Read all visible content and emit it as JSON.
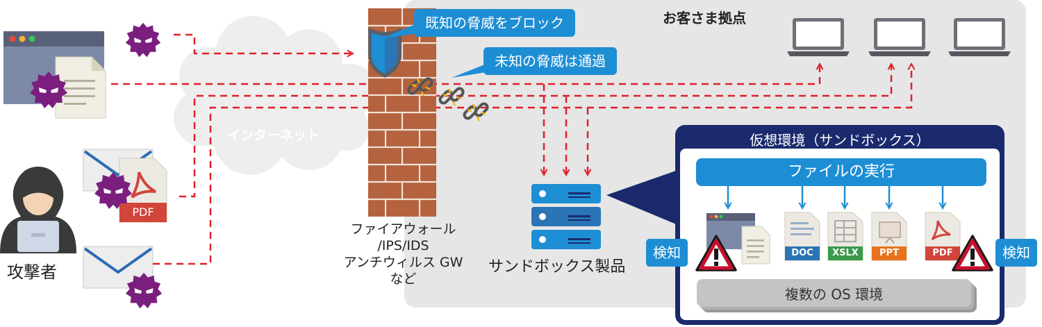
{
  "labels": {
    "site": "お客さま拠点",
    "internet": "インターネット",
    "attacker": "攻撃者",
    "firewall_line1": "ファイアウォール",
    "firewall_line2": "/IPS/IDS",
    "firewall_line3": "アンチウィルス GW",
    "firewall_line4": "など",
    "sandbox_product": "サンドボックス製品",
    "known_block": "既知の脅威をブロック",
    "unknown_pass": "未知の脅威は通過",
    "vm_title": "仮想環境（サンドボックス）",
    "file_exec": "ファイルの実行",
    "detect_left": "検知",
    "detect_right": "検知",
    "os_env": "複数の OS 環境"
  },
  "file_tags": {
    "pdf_attachment": "PDF",
    "doc": "DOC",
    "xlsx": "XSLX",
    "ppt": "PPT",
    "pdf": "PDF"
  },
  "colors": {
    "arrow_red": "#e0202a",
    "accent_blue": "#1e8ed4",
    "vm_navy": "#1a2a6c",
    "brick": "#b5623f",
    "malware_purple": "#7b1f7f",
    "site_bg": "#e6e6e6"
  },
  "icons": [
    "browser-window-icon",
    "document-icon",
    "malware-icon",
    "email-icon",
    "pdf-file-icon",
    "hacker-icon",
    "shield-icon",
    "broken-chain-icon",
    "laptop-icon",
    "server-icon",
    "warning-icon",
    "doc-file-icon",
    "xlsx-file-icon",
    "ppt-file-icon"
  ]
}
